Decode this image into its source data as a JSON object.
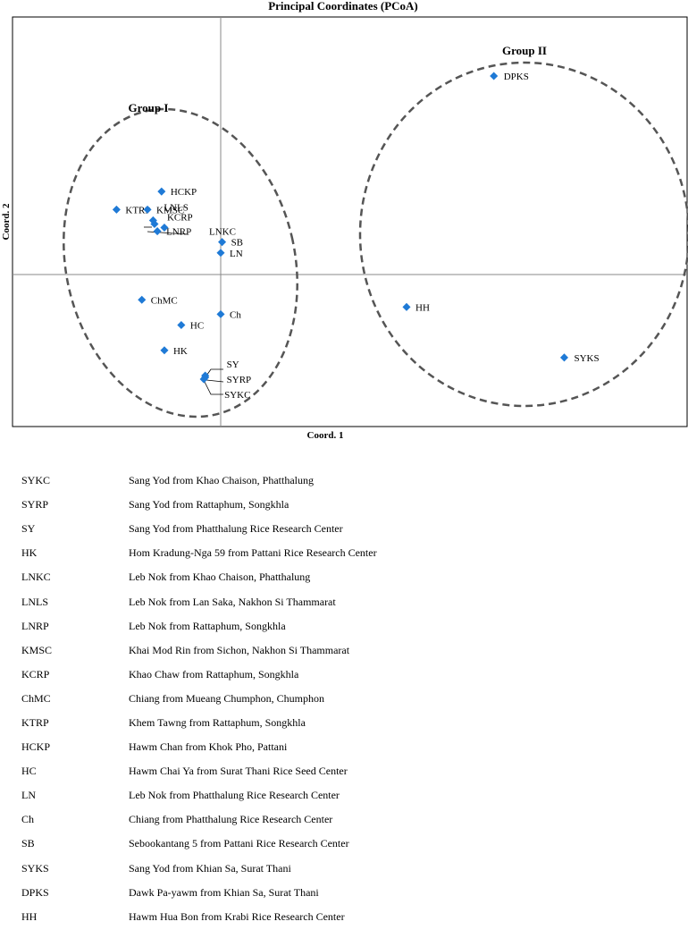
{
  "chart_data": {
    "type": "scatter",
    "title": "Principal Coordinates (PCoA)",
    "xlabel": "Coord. 1",
    "ylabel": "Coord. 2",
    "xlim": [
      -0.5,
      1.0
    ],
    "ylim": [
      -0.45,
      0.68
    ],
    "axis_lines_at_origin": true,
    "grid": false,
    "marker_color": "#1f7ad6",
    "points": [
      {
        "label": "KTRP",
        "x": -0.37,
        "y": 0.18
      },
      {
        "label": "HCKP",
        "x": -0.21,
        "y": 0.23
      },
      {
        "label": "KMSC",
        "x": -0.26,
        "y": 0.18
      },
      {
        "label": "LNLS",
        "x": -0.24,
        "y": 0.15
      },
      {
        "label": "KCRP",
        "x": -0.235,
        "y": 0.14
      },
      {
        "label": "LNRP",
        "x": -0.225,
        "y": 0.12
      },
      {
        "label": "LNKC",
        "x": -0.2,
        "y": 0.13
      },
      {
        "label": "SB",
        "x": 0.005,
        "y": 0.09
      },
      {
        "label": "LN",
        "x": 0.0,
        "y": 0.06
      },
      {
        "label": "ChMC",
        "x": -0.28,
        "y": -0.07
      },
      {
        "label": "Ch",
        "x": 0.0,
        "y": -0.11
      },
      {
        "label": "HC",
        "x": -0.14,
        "y": -0.14
      },
      {
        "label": "HK",
        "x": -0.2,
        "y": -0.21
      },
      {
        "label": "SY",
        "x": -0.055,
        "y": -0.28
      },
      {
        "label": "SYRP",
        "x": -0.055,
        "y": -0.285
      },
      {
        "label": "SYKC",
        "x": -0.06,
        "y": -0.29
      },
      {
        "label": "DPKS",
        "x": 0.97,
        "y": 0.55
      },
      {
        "label": "HH",
        "x": 0.66,
        "y": -0.09
      },
      {
        "label": "SYKS",
        "x": 1.22,
        "y": -0.23
      }
    ],
    "groups": [
      {
        "name": "Group I"
      },
      {
        "name": "Group II"
      }
    ]
  },
  "legend": [
    {
      "code": "SYKC",
      "desc": "Sang Yod from  Khao Chaison, Phatthalung"
    },
    {
      "code": "SYRP",
      "desc": "Sang Yod from  Rattaphum, Songkhla"
    },
    {
      "code": "SY",
      "desc": "Sang Yod from  Phatthalung Rice Research Center"
    },
    {
      "code": "HK",
      "desc": "Hom Kradung-Nga 59 from  Pattani Rice Research Center"
    },
    {
      "code": "LNKC",
      "desc": "Leb Nok from  Khao Chaison, Phatthalung"
    },
    {
      "code": "LNLS",
      "desc": "Leb Nok from  Lan Saka,  Nakhon Si Thammarat"
    },
    {
      "code": "LNRP",
      "desc": "Leb Nok from  Rattaphum, Songkhla"
    },
    {
      "code": "KMSC",
      "desc": "Khai Mod Rin from  Sichon, Nakhon Si Thammarat"
    },
    {
      "code": "KCRP",
      "desc": "Khao Chaw from  Rattaphum, Songkhla"
    },
    {
      "code": "ChMC",
      "desc": "Chiang from  Mueang Chumphon,  Chumphon"
    },
    {
      "code": "KTRP",
      "desc": "Khem Tawng from  Rattaphum, Songkhla"
    },
    {
      "code": "HCKP",
      "desc": "Hawm  Chan from  Khok Pho, Pattani"
    },
    {
      "code": "HC",
      "desc": "Hawm Chai Ya from  Surat Thani Rice Seed Center"
    },
    {
      "code": "LN",
      "desc": "Leb Nok from  Phatthalung Rice Research Center"
    },
    {
      "code": "Ch",
      "desc": "Chiang from  Phatthalung Rice Research Center"
    },
    {
      "code": "SB",
      "desc": "Sebookantang 5 from  Pattani Rice Research Center"
    },
    {
      "code": "SYKS",
      "desc": "Sang Yod from  Khian Sa, Surat Thani"
    },
    {
      "code": "DPKS",
      "desc": "Dawk Pa-yawm  from  Khian Sa, Surat Thani"
    },
    {
      "code": "HH",
      "desc": "Hawm Hua Bon from  Krabi Rice Research Center"
    }
  ]
}
